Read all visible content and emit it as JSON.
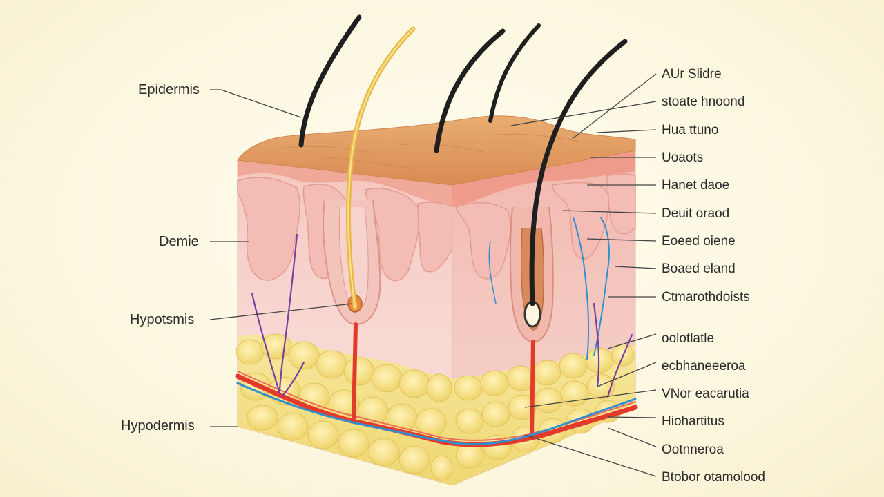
{
  "diagram": {
    "left_labels": [
      "Epidermis",
      "Demie",
      "Hypotsmis",
      "Hypodermis"
    ],
    "right_labels": [
      "AUr Slidre",
      "stoate hnoond",
      "Hua ttuno",
      "Uoaots",
      "Hanet daoe",
      "Deuit oraod",
      "Eoeed oiene",
      "Boaed eland",
      "Ctmarothdoists",
      "oolotlatle",
      "ecbhaneeeroa",
      "VNor eacarutia",
      "Hiohartitus",
      "Ootnneroa",
      "Btobor otamolood"
    ]
  },
  "colors": {
    "background": "#fcf7df",
    "epidermis_top": "#e6a468",
    "dermis": "#f7d2cd",
    "fat": "#f2e086",
    "artery": "#e23b2c",
    "vein": "#2f8fd0",
    "nerve": "#7a3ea0",
    "hair": "#1f1f1f",
    "hair_light": "#e9b64a"
  }
}
